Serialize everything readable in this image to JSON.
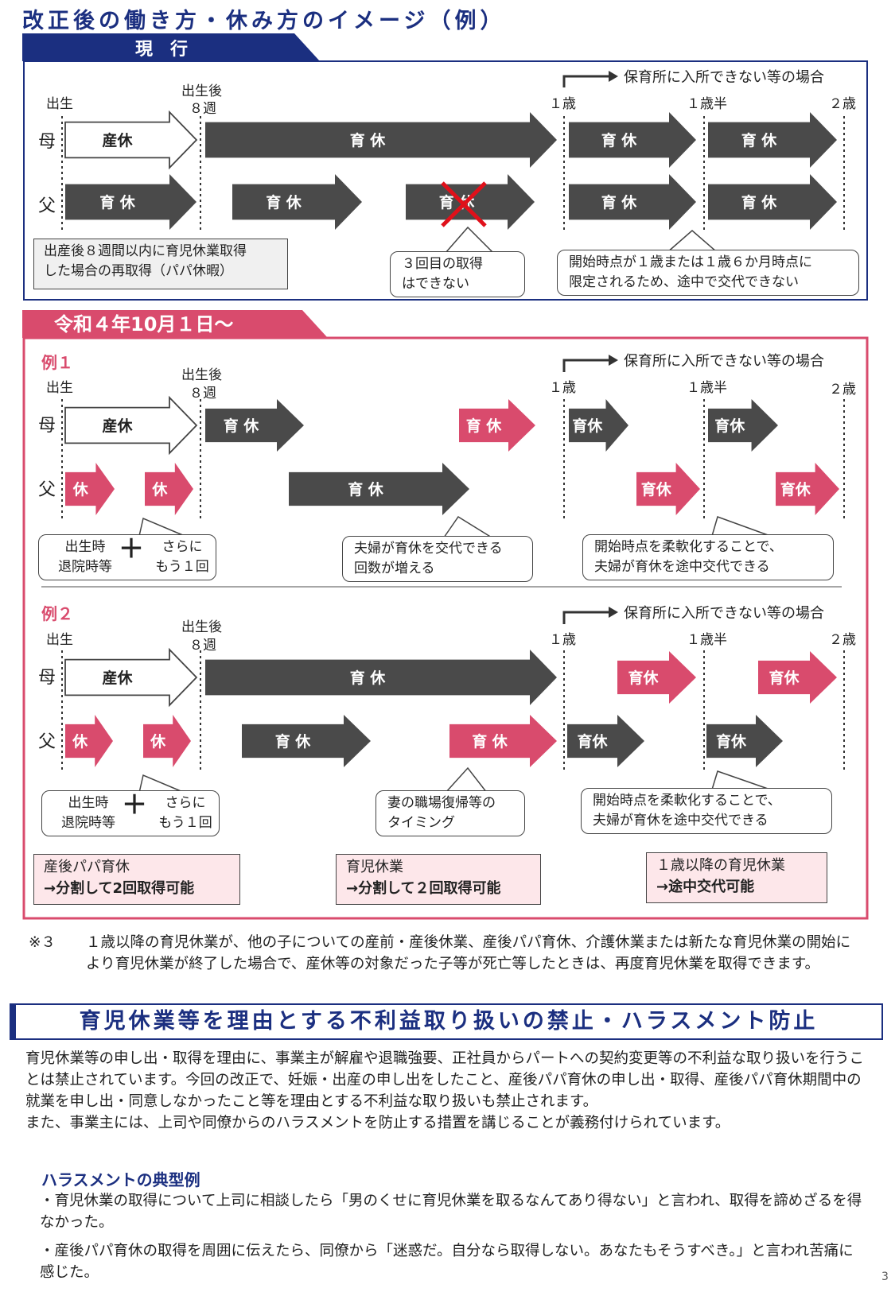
{
  "title": "改正後の働き方・休み方のイメージ（例）",
  "current": {
    "header": "現　行",
    "top_note": "保育所に入所できない等の場合",
    "timeline": {
      "birth": "出生",
      "after1": "出生後",
      "after2": "８週",
      "y1": "１歳",
      "y15": "１歳半",
      "y2": "２歳"
    },
    "mother": "母",
    "father": "父",
    "maternity": "産休",
    "childcare": "育 休",
    "callout_papa": [
      "出産後８週間以内に育児休業取得",
      "した場合の再取得（パパ休暇）"
    ],
    "callout_third": [
      "３回目の取得",
      "はできない"
    ],
    "callout_start": [
      "開始時点が１歳または１歳６か月時点に",
      "限定されるため、途中で交代できない"
    ]
  },
  "new": {
    "header": "令和４年10月１日～",
    "ex1": "例１",
    "ex2": "例２",
    "short_leave": "休",
    "childcare": "育 休",
    "childcare2": "育休",
    "callout_birth": {
      "a1": "出生時",
      "a2": "退院時等",
      "plus": "＋",
      "b1": "さらに",
      "b2": "もう１回"
    },
    "callout_swap": [
      "夫婦が育休を交代できる",
      "回数が増える"
    ],
    "callout_flex": [
      "開始時点を柔軟化することで、",
      "夫婦が育休を途中交代できる"
    ],
    "callout_return": [
      "妻の職場復帰等の",
      "タイミング"
    ],
    "sum1": {
      "line1": "産後パパ育休",
      "line2": "→分割して2回取得可能"
    },
    "sum2": {
      "line1": "育児休業",
      "line2": "→分割して２回取得可能"
    },
    "sum3": {
      "line1": "１歳以降の育児休業",
      "line2": "→途中交代可能"
    }
  },
  "note": {
    "num": "※３",
    "text": "１歳以降の育児休業が、他の子についての産前・産後休業、産後パパ育休、介護休業または新たな育児休業の開始により育児休業が終了した場合で、産休等の対象だった子等が死亡等したときは、再度育児休業を取得できます。"
  },
  "section2": {
    "title": "育児休業等を理由とする不利益取り扱いの禁止・ハラスメント防止",
    "p1": "育児休業等の申し出・取得を理由に、事業主が解雇や退職強要、正社員からパートへの契約変更等の不利益な取り扱いを行うことは禁止されています。今回の改正で、妊娠・出産の申し出をしたこと、産後パパ育休の申し出・取得、産後パパ育休期間中の就業を申し出・同意しなかったこと等を理由とする不利益な取り扱いも禁止されます。",
    "p2": "また、事業主には、上司や同僚からのハラスメントを防止する措置を講じることが義務付けられています。",
    "sub": "ハラスメントの典型例",
    "b1": "・育児休業の取得について上司に相談したら「男のくせに育児休業を取るなんてあり得ない」と言われ、取得を諦めざるを得なかった。",
    "b2": "・産後パパ育休の取得を周囲に伝えたら、同僚から「迷惑だ。自分なら取得しない。あなたもそうすべき。」と言われ苦痛に感じた。"
  },
  "page_number": "3",
  "colors": {
    "navy": "#1b2f80",
    "pink": "#d94b6d",
    "dark": "#4a4a4a"
  }
}
